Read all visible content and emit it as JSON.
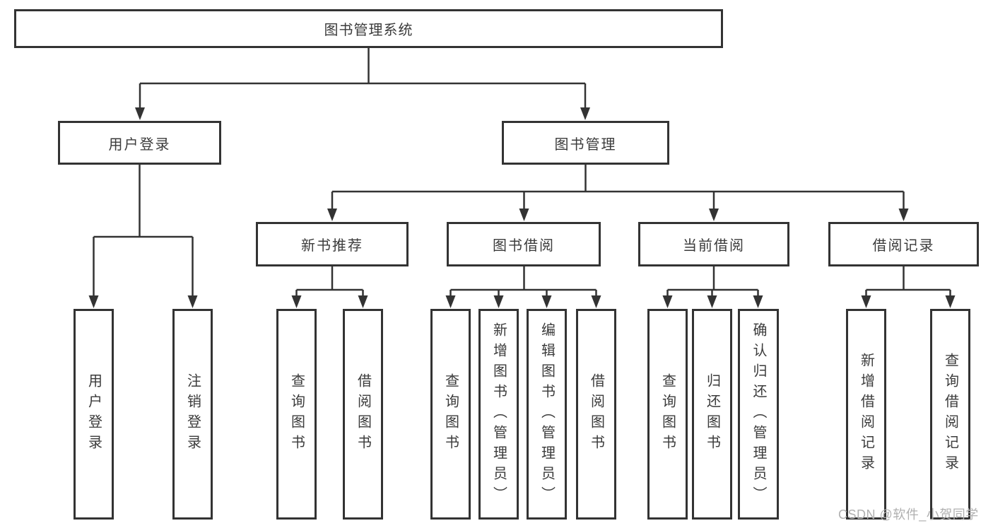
{
  "colors": {
    "line": "#333333",
    "box_border": "#333333",
    "text": "#3b3b3b",
    "watermark": "#b0b0b0",
    "background": "#ffffff"
  },
  "watermark": "CSDN @软件_小贺同学",
  "tree": {
    "root": "图书管理系统",
    "level2": [
      {
        "label": "用户登录",
        "children": [
          "用户登录",
          "注销登录"
        ]
      },
      {
        "label": "图书管理"
      }
    ],
    "level3": [
      {
        "label": "新书推荐",
        "children": [
          "查询图书",
          "借阅图书"
        ]
      },
      {
        "label": "图书借阅",
        "children": [
          "查询图书",
          "新增图书（管理员）",
          "编辑图书（管理员）",
          "借阅图书"
        ]
      },
      {
        "label": "当前借阅",
        "children": [
          "查询图书",
          "归还图书",
          "确认归还（管理员）"
        ]
      },
      {
        "label": "借阅记录",
        "children": [
          "新增借阅记录",
          "查询借阅记录"
        ]
      }
    ]
  }
}
